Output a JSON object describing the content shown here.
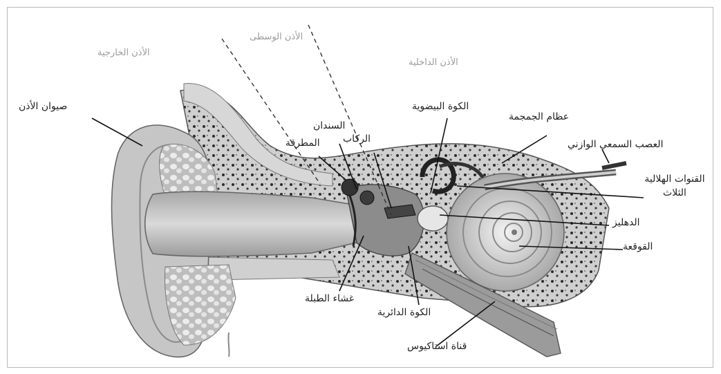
{
  "diagram": {
    "regions": {
      "outer_ear": "الأذن الخارجية",
      "middle_ear": "الأذن الوسطى",
      "inner_ear": "الأذن الداخلية"
    },
    "labels": {
      "auricle": "صيوان الأذن",
      "malleus": "المطرقة",
      "incus": "السندان",
      "stapes": "الركاب",
      "oval_window": "الكوة البيضوية",
      "skull_bones": "عظام الجمجمة",
      "vestibulocochlear_nerve": "العصب السمعي الوازني",
      "semicircular_canals_line1": "القنوات الهلالية",
      "semicircular_canals_line2": "الثلاث",
      "vestibule": "الدهليز",
      "cochlea": "القوقعة",
      "eardrum": "غشاء الطبلة",
      "round_window": "الكوة الدائرية",
      "eustachian_tube": "قناة استاكيوس"
    }
  }
}
